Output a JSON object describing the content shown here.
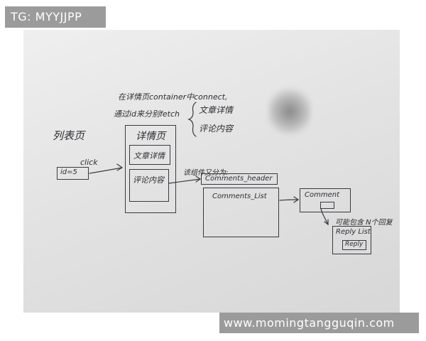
{
  "watermarks": {
    "top": "TG: MYYJJPP",
    "bottom": "www.momingtangguqin.com"
  },
  "sketch": {
    "list_page_label": "列表页",
    "click_label": "click",
    "id_box": "id=5",
    "top_note_line1": "在详情页container中connect,",
    "top_note_line2": "通过id来分别fetch",
    "brace_item1": "文章详情",
    "brace_item2": "评论内容",
    "detail_page_title": "详情页",
    "article_detail_box": "文章详情",
    "comments_content_box": "评论内容",
    "components_note": "该组件又分为:",
    "comments_header": "Comments_header",
    "comments_list": "Comments_List",
    "comment": "Comment",
    "reply_note": "可能包含 N个回复",
    "reply_list": "Reply List",
    "reply": "Reply"
  }
}
